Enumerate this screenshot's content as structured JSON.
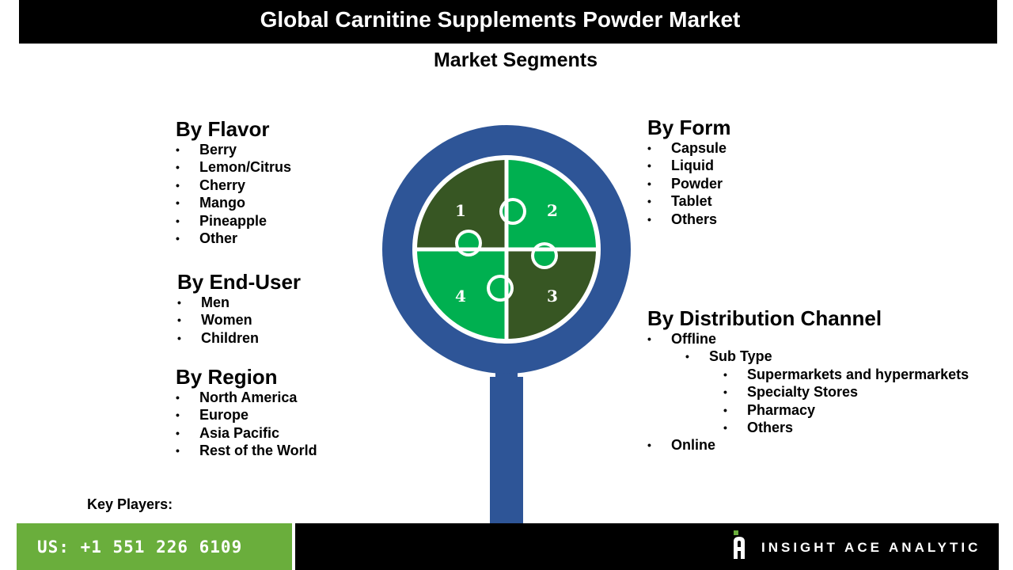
{
  "title": "Global Carnitine Supplements Powder Market",
  "subtitle": "Market Segments",
  "segments": {
    "flavor": {
      "heading": "By Flavor",
      "items": [
        "Berry",
        "Lemon/Citrus",
        "Cherry",
        "Mango",
        "Pineapple",
        "Other"
      ]
    },
    "end_user": {
      "heading": "By End-User",
      "items": [
        "Men",
        "Women",
        "Children"
      ]
    },
    "region": {
      "heading": "By Region",
      "items": [
        "North America",
        "Europe",
        "Asia Pacific",
        "Rest of the World"
      ]
    },
    "form": {
      "heading": "By Form",
      "items": [
        "Capsule",
        "Liquid",
        "Powder",
        "Tablet",
        "Others"
      ]
    },
    "distribution": {
      "heading": "By Distribution Channel",
      "offline": "Offline",
      "sub_type": "Sub Type",
      "sub_items": [
        "Supermarkets and hypermarkets",
        "Specialty Stores",
        "Pharmacy",
        "Others"
      ],
      "online": "Online"
    }
  },
  "puzzle": {
    "piece1": "1",
    "piece2": "2",
    "piece3": "3",
    "piece4": "4"
  },
  "key_players_label": "Key Players:",
  "phone": "US: +1 551 226 6109",
  "brand": "INSIGHT ACE ANALYTIC",
  "colors": {
    "ring": "#2e5597",
    "dark_green": "#375623",
    "bright_green": "#00b050",
    "phone_bg": "#6aae3c",
    "title_bg": "#000000"
  }
}
